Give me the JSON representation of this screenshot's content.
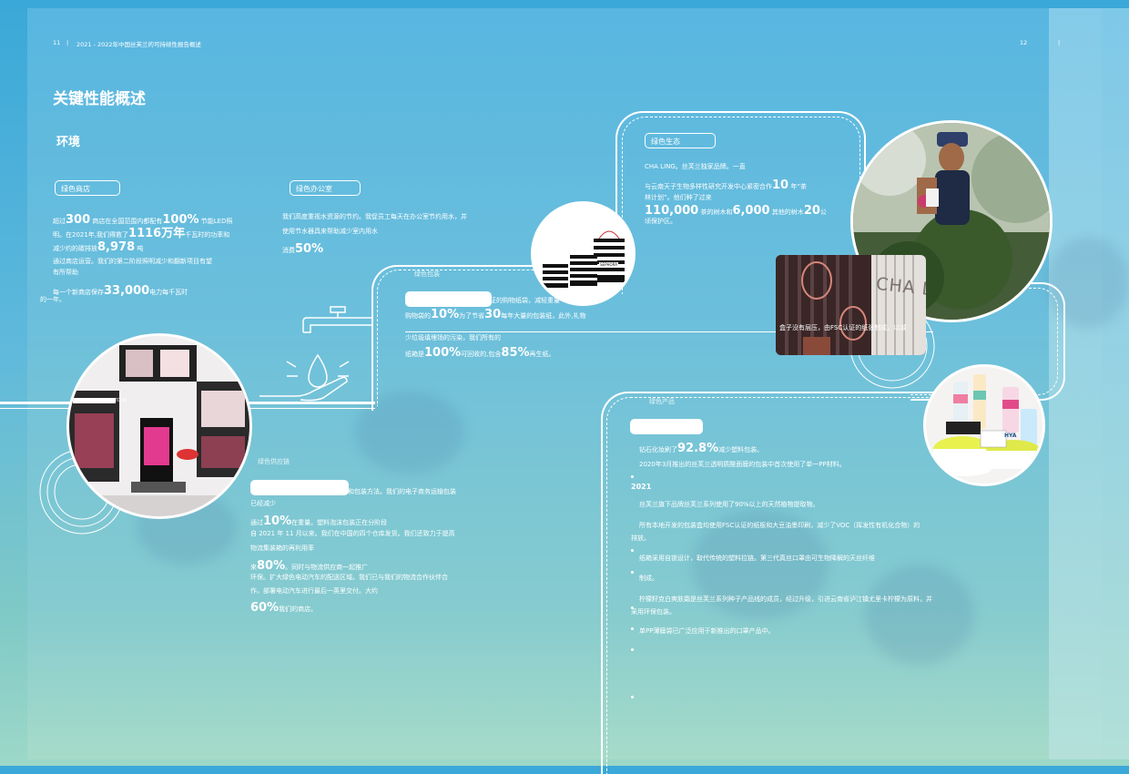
{
  "header": {
    "page_left": "11",
    "sep": "|",
    "report_title": "2021 - 2022年中国丝芙兰的可持续性报告概述",
    "page_right": "12",
    "sep_right": "|"
  },
  "title": "关键性能概述",
  "section": "环境",
  "green_store": {
    "label": "绿色商店",
    "l1a": "超过",
    "l1b": "300",
    "l1c": "商店在全国范围内都配有",
    "l1d": "100%",
    "l1e": "节能LED照",
    "l2a": "明。在2021年,我们得救了",
    "l2b": "1116万年",
    "l2c": "千瓦时的功率和",
    "l3a": "减少约的碳排放",
    "l3b": "8,978",
    "l3c": "吨",
    "l4": "通过商店运营。我们的第二阶段照明减少和翻新项目有望",
    "l5": "有所帮助",
    "l6a": "每一个新商店保存",
    "l6b": "33,000",
    "l6c": "电力每千瓦时",
    "l7": "的一年。"
  },
  "green_office": {
    "label": "绿色办公室",
    "l1": "我们高度重视水资源的节约。我促员工每天在办公室节约用水，并",
    "l2": "使用节水器具来帮助减少室内用水",
    "l3a": "消费",
    "l3b": "50%"
  },
  "green_packaging": {
    "label": "绿色包装",
    "l1": "证的购物纸袋，减轻重量",
    "l2a": "购物袋的",
    "l2b": "10%",
    "l2c": "为了节省",
    "l2d": "30",
    "l2e": "每年大量的包装纸，此外,礼物",
    "l3": "少垃圾填埋场的污染，我们所有的",
    "l4a": "纸箱是",
    "l4b": "100%",
    "l4c": "可回收的,包含",
    "l4d": "85%",
    "l4e": "再生纸。",
    "box_note": "盒子没有层压，由FSC认证的纸张制成，以减"
  },
  "green_ecology": {
    "label": "绿色生态",
    "l1": "CHA LING。丝芙兰独家品牌。一直",
    "l2a": "与云南天子生物多样性研究开发中心紧密合作",
    "l2b": "10",
    "l2c": "年“茶",
    "l3": "林计划”。他们种了过来",
    "l4a": "110,000",
    "l4b": "茶的树木和",
    "l4c": "6,000",
    "l4d": "其他的树木",
    "l4e": "20",
    "l4f": "公",
    "l5": "顷保护区。"
  },
  "green_supply": {
    "label": "绿色供应链",
    "l1": "和包装方法。我们的电子商务运输包装",
    "l2": "已经减少",
    "l3a": "通过",
    "l3b": "10%",
    "l3c": "在重量。塑料泡沫包装正在分阶段",
    "l4": "自 2021 年 11 月以来。我们在中国的四个仓库发货。我们还致力于提高",
    "l5": "物流集装箱的再利用率",
    "l6a": "来",
    "l6b": "80%",
    "l6c": "。同时与物流供应商一起推广",
    "l7": "环保。扩大绿色电动汽车的配送区域。我们已与我们的物流合作伙伴合",
    "l8": "作。部署电动汽车进行最后一英里交付。大约",
    "l9a": "60%",
    "l9b": "我们的商店。"
  },
  "green_products": {
    "label": "绿色产品",
    "l1a": "钻石化妆刷了",
    "l1b": "92.8%",
    "l1c": "减少塑料包装。",
    "l2": "2020年3月推出的丝芙兰透明质酸面膜的包装中首次使用了单一PP材料。",
    "year": "2021",
    "l3": "丝芙兰旗下品牌丝芙兰系列使用了90%以上的天然植物提取物。",
    "l4": "所有本地开发的包装盒均使用FSC认证的纸板和大豆油墨印刷，减少了VOC（挥发性有机化合物）的",
    "l5": "排放。",
    "l6": "纸箱采用自锁设计，取代传统的塑料拉链。第三代真丝口罩由可生物降解的天丝纤维",
    "l7": "制成。",
    "l8": "柠檬籽克白爽肤霜是丝芙兰系列种子产品线的成员，经过升级，引进云南省泸江镇尤里卡柠檬为原料，并",
    "l9": "采用环保包装。",
    "l10": "单PP薄膜袋已广泛应用于新推出的口罩产品中。"
  },
  "images": {
    "store_sign": "MY BEAUTY STORE",
    "bag_brand": "SEPHORA",
    "chaling": "CHA LING",
    "jar_label": "HYA"
  }
}
